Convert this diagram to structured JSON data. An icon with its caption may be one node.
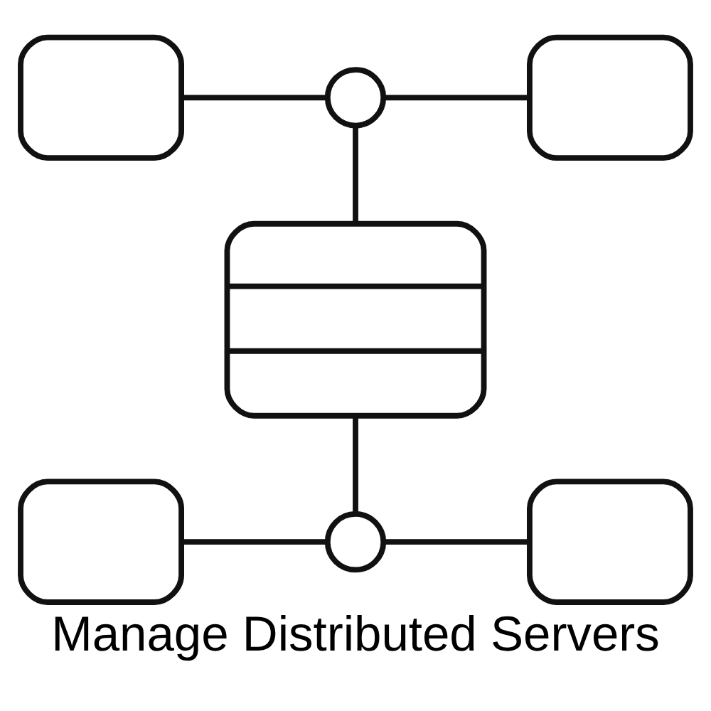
{
  "diagram": {
    "title": "Manage Distributed Servers",
    "nodes": [
      {
        "text": [],
        "shape": "monitor"
      },
      {
        "text": [],
        "shape": "circle"
      },
      {
        "text": [],
        "shape": "monitor"
      },
      {
        "text": [],
        "shape": "server"
      },
      {
        "text": [],
        "shape": "monitor"
      },
      {
        "text": [],
        "shape": "circle"
      },
      {
        "text": [],
        "shape": "monitor"
      }
    ],
    "edges": [
      {
        "from": 0,
        "to": 1,
        "arrow": "none"
      },
      {
        "from": 1,
        "to": 2,
        "arrow": "none"
      },
      {
        "from": 1,
        "to": 3,
        "arrow": "none"
      },
      {
        "from": 3,
        "to": 5,
        "arrow": "none"
      },
      {
        "from": 4,
        "to": 5,
        "arrow": "none"
      },
      {
        "from": 5,
        "to": 6,
        "arrow": "none"
      }
    ]
  }
}
